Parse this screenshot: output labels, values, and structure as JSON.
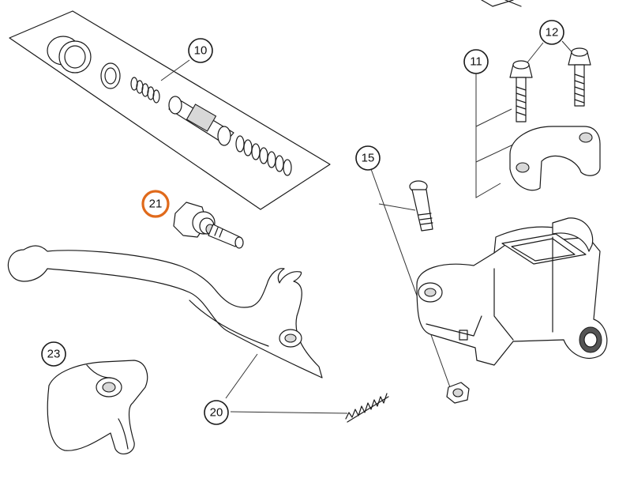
{
  "callouts": [
    {
      "id": "10",
      "label": "10"
    },
    {
      "id": "11",
      "label": "11"
    },
    {
      "id": "12",
      "label": "12"
    },
    {
      "id": "15",
      "label": "15"
    },
    {
      "id": "20",
      "label": "20"
    },
    {
      "id": "21",
      "label": "21",
      "highlighted": true
    },
    {
      "id": "23",
      "label": "23"
    }
  ],
  "colors": {
    "highlight": "#e06a1b",
    "line": "#1a1a1a",
    "background": "#ffffff"
  }
}
